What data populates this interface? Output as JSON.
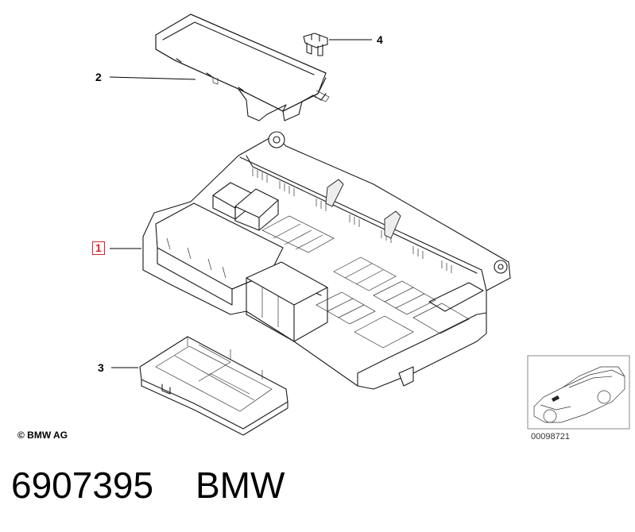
{
  "callouts": {
    "c1": "1",
    "c2": "2",
    "c3": "3",
    "c4": "4"
  },
  "footer": {
    "copyright": "© BMW AG",
    "reference": "00098721"
  },
  "caption": {
    "part_number": "6907395",
    "brand": "BMW"
  },
  "colors": {
    "highlight": "#d9232e",
    "line": "#1a1a1a"
  }
}
